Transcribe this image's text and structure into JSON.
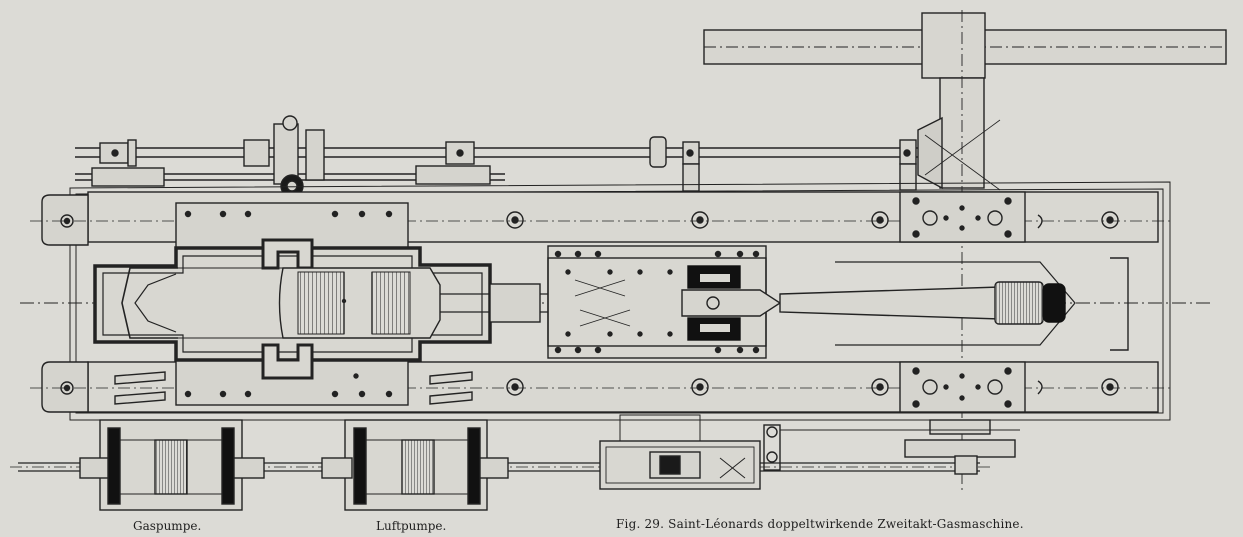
{
  "figure": {
    "caption": "Fig. 29.  Saint-Léonards doppeltwirkende Zweitakt-Gasmaschine.",
    "labels": {
      "gas_pump": "Gaspumpe.",
      "air_pump": "Luftpumpe."
    },
    "colors": {
      "paper": "#dcdbd6",
      "ink": "#232323",
      "fill_light": "#d2d1cb",
      "fill_dark": "#111111"
    }
  }
}
